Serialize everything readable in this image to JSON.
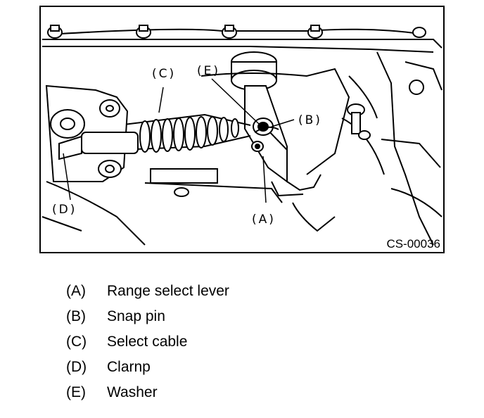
{
  "figure": {
    "code": "CS-00036",
    "callouts": {
      "a": "(A)",
      "b": "(B)",
      "c": "(C)",
      "d": "(D)",
      "e": "(E)"
    }
  },
  "legend": [
    {
      "key": "(A)",
      "text": "Range select lever"
    },
    {
      "key": "(B)",
      "text": "Snap pin"
    },
    {
      "key": "(C)",
      "text": "Select cable"
    },
    {
      "key": "(D)",
      "text": "Clarnp"
    },
    {
      "key": "(E)",
      "text": "Washer"
    }
  ]
}
